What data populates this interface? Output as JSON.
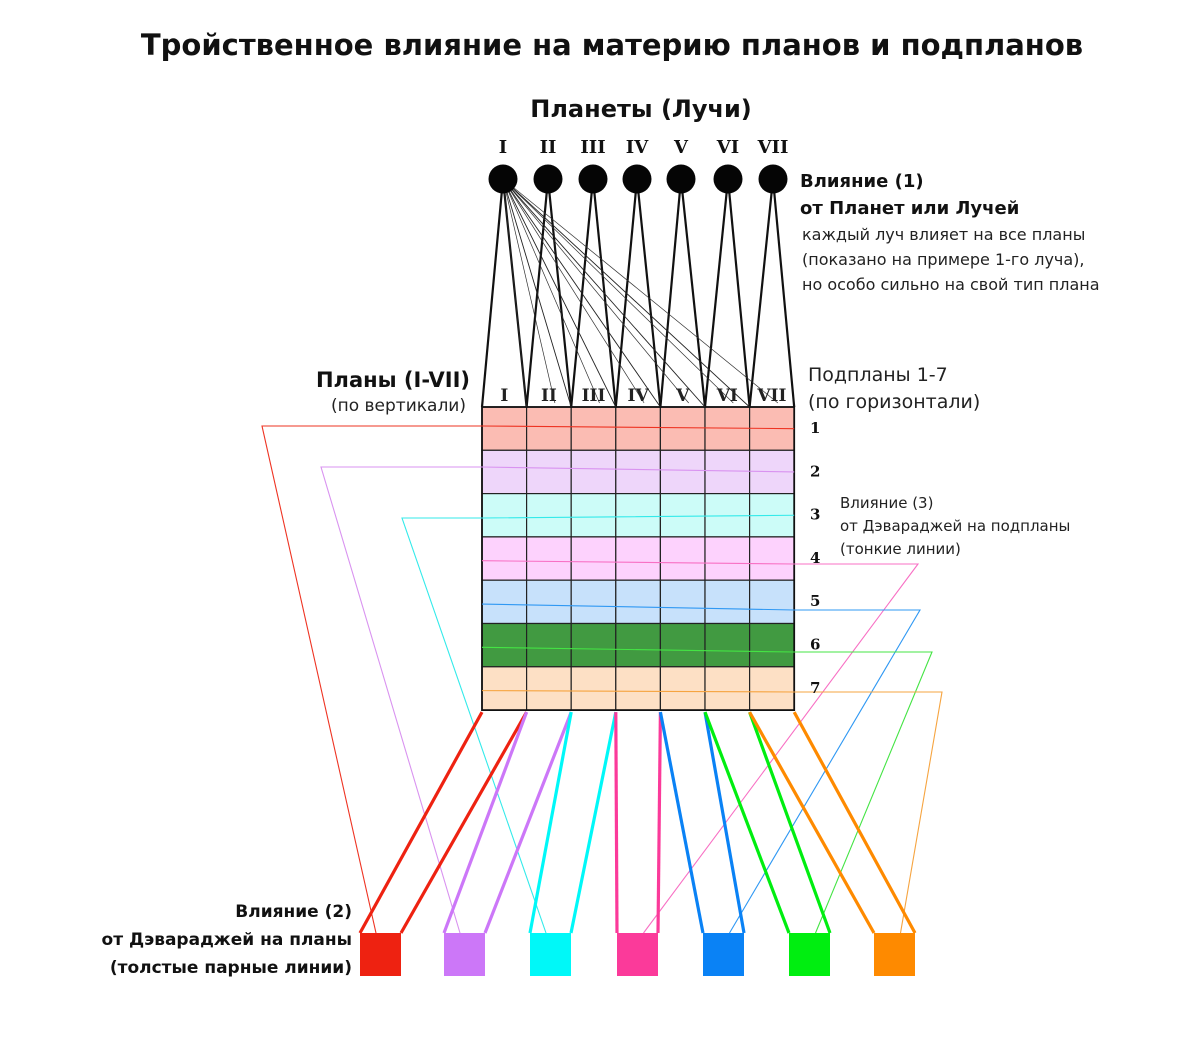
{
  "title": "Тройственное влияние на материю планов и подпланов",
  "planets": {
    "heading": "Планеты (Лучи)",
    "labels": [
      "I",
      "II",
      "III",
      "IV",
      "V",
      "VI",
      "VII"
    ]
  },
  "influence1": {
    "title_line1": "Влияние (1)",
    "title_line2": "от Планет или Лучей",
    "desc_line1": "каждый луч влияет на все планы",
    "desc_line2": "(показано на примере 1-го луча),",
    "desc_line3": "но особо сильно на свой тип плана"
  },
  "planes": {
    "heading": "Планы (I-VII)",
    "subheading": "(по вертикали)",
    "labels": [
      "I",
      "II",
      "III",
      "IV",
      "V",
      "VI",
      "VII"
    ]
  },
  "subplanes": {
    "heading": "Подпланы 1-7",
    "subheading": "(по горизонтали)",
    "labels": [
      "1",
      "2",
      "3",
      "4",
      "5",
      "6",
      "7"
    ],
    "colors": [
      "#fbbcb3",
      "#eed6fa",
      "#ccfcf8",
      "#fdd2fd",
      "#c7e1fb",
      "#419a41",
      "#fde0c5"
    ]
  },
  "influence3": {
    "title_line1": "Влияние (3)",
    "title_line2": "от Дэвараджей на подпланы",
    "title_line3": "(тонкие линии)"
  },
  "influence2": {
    "title_line1": "Влияние (2)",
    "title_line2": "от Дэвараджей на планы",
    "title_line3": "(толстые парные линии)"
  },
  "deva_colors": [
    "#ee2211",
    "#cc77f8",
    "#00f8f8",
    "#fb3a9a",
    "#0a82f5",
    "#00ee10",
    "#fe8a00"
  ],
  "thin_line_colors": [
    "#ee3322",
    "#d993f0",
    "#33eaea",
    "#f870c4",
    "#2f98f3",
    "#44e444",
    "#f6a440"
  ]
}
